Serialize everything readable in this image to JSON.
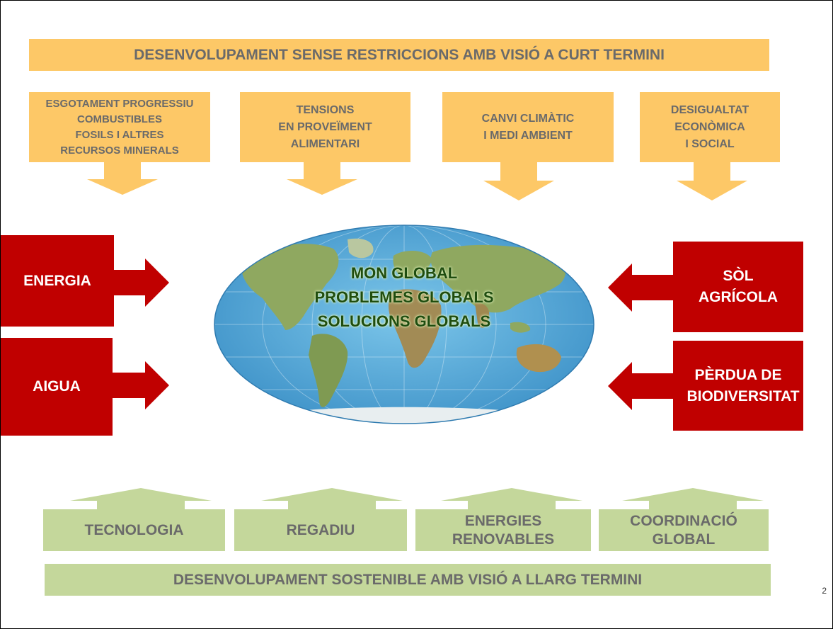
{
  "top_banner": "DESENVOLUPAMENT SENSE RESTRICCIONS AMB VISIÓ A CURT TERMINI",
  "top_boxes": [
    [
      "ESGOTAMENT PROGRESSIU",
      "COMBUSTIBLES",
      "FOSILS I ALTRES",
      "RECURSOS MINERALS"
    ],
    [
      "TENSIONS",
      "EN PROVEÏMENT",
      "ALIMENTARI"
    ],
    [
      "CANVI CLIMÀTIC",
      "I MEDI AMBIENT"
    ],
    [
      "DESIGUALTAT",
      "ECONÒMICA",
      "I SOCIAL"
    ]
  ],
  "left_boxes": [
    "ENERGIA",
    "AIGUA"
  ],
  "right_boxes": [
    [
      "SÒL",
      "AGRÍCOLA"
    ],
    [
      "PÈRDUA DE",
      "BIODIVERSITAT"
    ]
  ],
  "center_text": [
    "MON GLOBAL",
    "PROBLEMES GLOBALS",
    "SOLUCIONS GLOBALS"
  ],
  "bottom_boxes": [
    [
      "TECNOLOGIA"
    ],
    [
      "REGADIU"
    ],
    [
      "ENERGIES",
      "RENOVABLES"
    ],
    [
      "COORDINACIÓ",
      "GLOBAL"
    ]
  ],
  "bottom_banner": "DESENVOLUPAMENT SOSTENIBLE AMB VISIÓ A LLARG TERMINI",
  "page_number": "2",
  "colors": {
    "yellow": "#fdc867",
    "green": "#c4d79b",
    "red": "#c00000",
    "ocean": "#5fb0dc",
    "land": "#8fa860"
  }
}
